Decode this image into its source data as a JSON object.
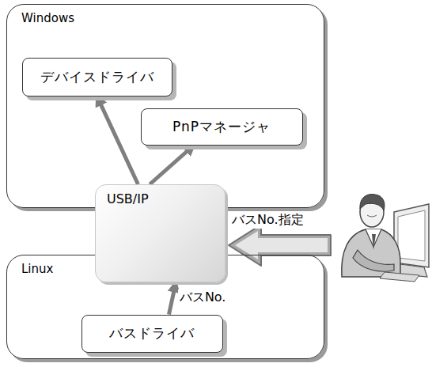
{
  "diagram": {
    "nodes": [
      {
        "text": [
          "Windows"
        ]
      },
      {
        "text": [
          "デバイスドライバ"
        ],
        "in": 0
      },
      {
        "text": [
          "PnPマネージャ"
        ],
        "in": 0
      },
      {
        "text": [
          "USB/IP"
        ]
      },
      {
        "text": [
          "Linux"
        ]
      },
      {
        "text": [
          "バスドライバ"
        ],
        "in": 4
      }
    ],
    "edges": [
      {
        "from": 3,
        "to": 1,
        "arrow": "to"
      },
      {
        "from": 3,
        "to": 2,
        "arrow": "to"
      },
      {
        "from": 5,
        "to": 3,
        "label": "バスNo.",
        "arrow": "to"
      }
    ],
    "labels": [
      "バスNo.指定"
    ]
  }
}
